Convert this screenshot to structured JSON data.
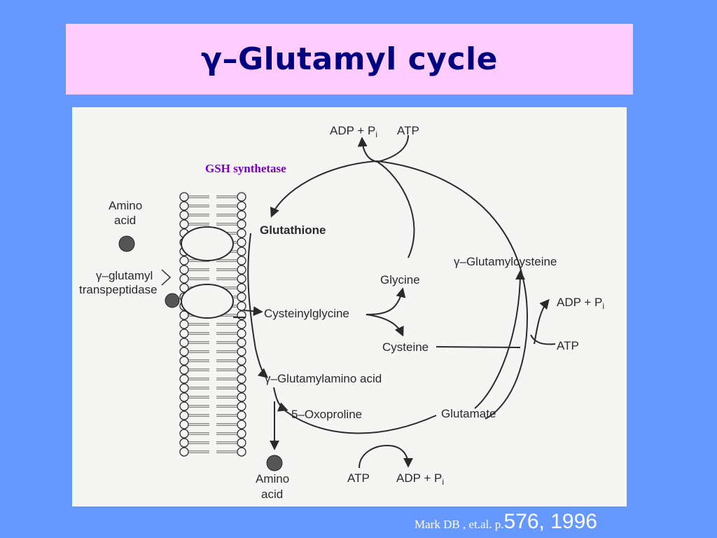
{
  "slide": {
    "title": "γ–Glutamyl cycle",
    "citation_prefix": "Mark DB , et.al. p.",
    "citation_suffix": "576, 1996"
  },
  "diagram": {
    "enzyme_label": "GSH synthetase",
    "nodes": {
      "glutathione": "Glutathione",
      "glycine": "Glycine",
      "glutamylcysteine": "γ–Glutamylcysteine",
      "cysteinylglycine": "Cysteinylglycine",
      "cysteine": "Cysteine",
      "glutamylamino_acid": "γ–Glutamylamino acid",
      "oxoproline": "5–Oxoproline",
      "glutamate": "Glutamate"
    },
    "cofactors": {
      "top_adp": "ADP + P",
      "top_adp_sub": "i",
      "top_atp": "ATP",
      "right_adp": "ADP + P",
      "right_adp_sub": "i",
      "right_atp": "ATP",
      "bottom_atp": "ATP",
      "bottom_adp": "ADP + P",
      "bottom_adp_sub": "i"
    },
    "membrane_labels": {
      "amino_acid_top_line1": "Amino",
      "amino_acid_top_line2": "acid",
      "transpeptidase_line1": "γ–glutamyl",
      "transpeptidase_line2": "transpeptidase",
      "amino_acid_bottom_line1": "Amino",
      "amino_acid_bottom_line2": "acid"
    }
  }
}
